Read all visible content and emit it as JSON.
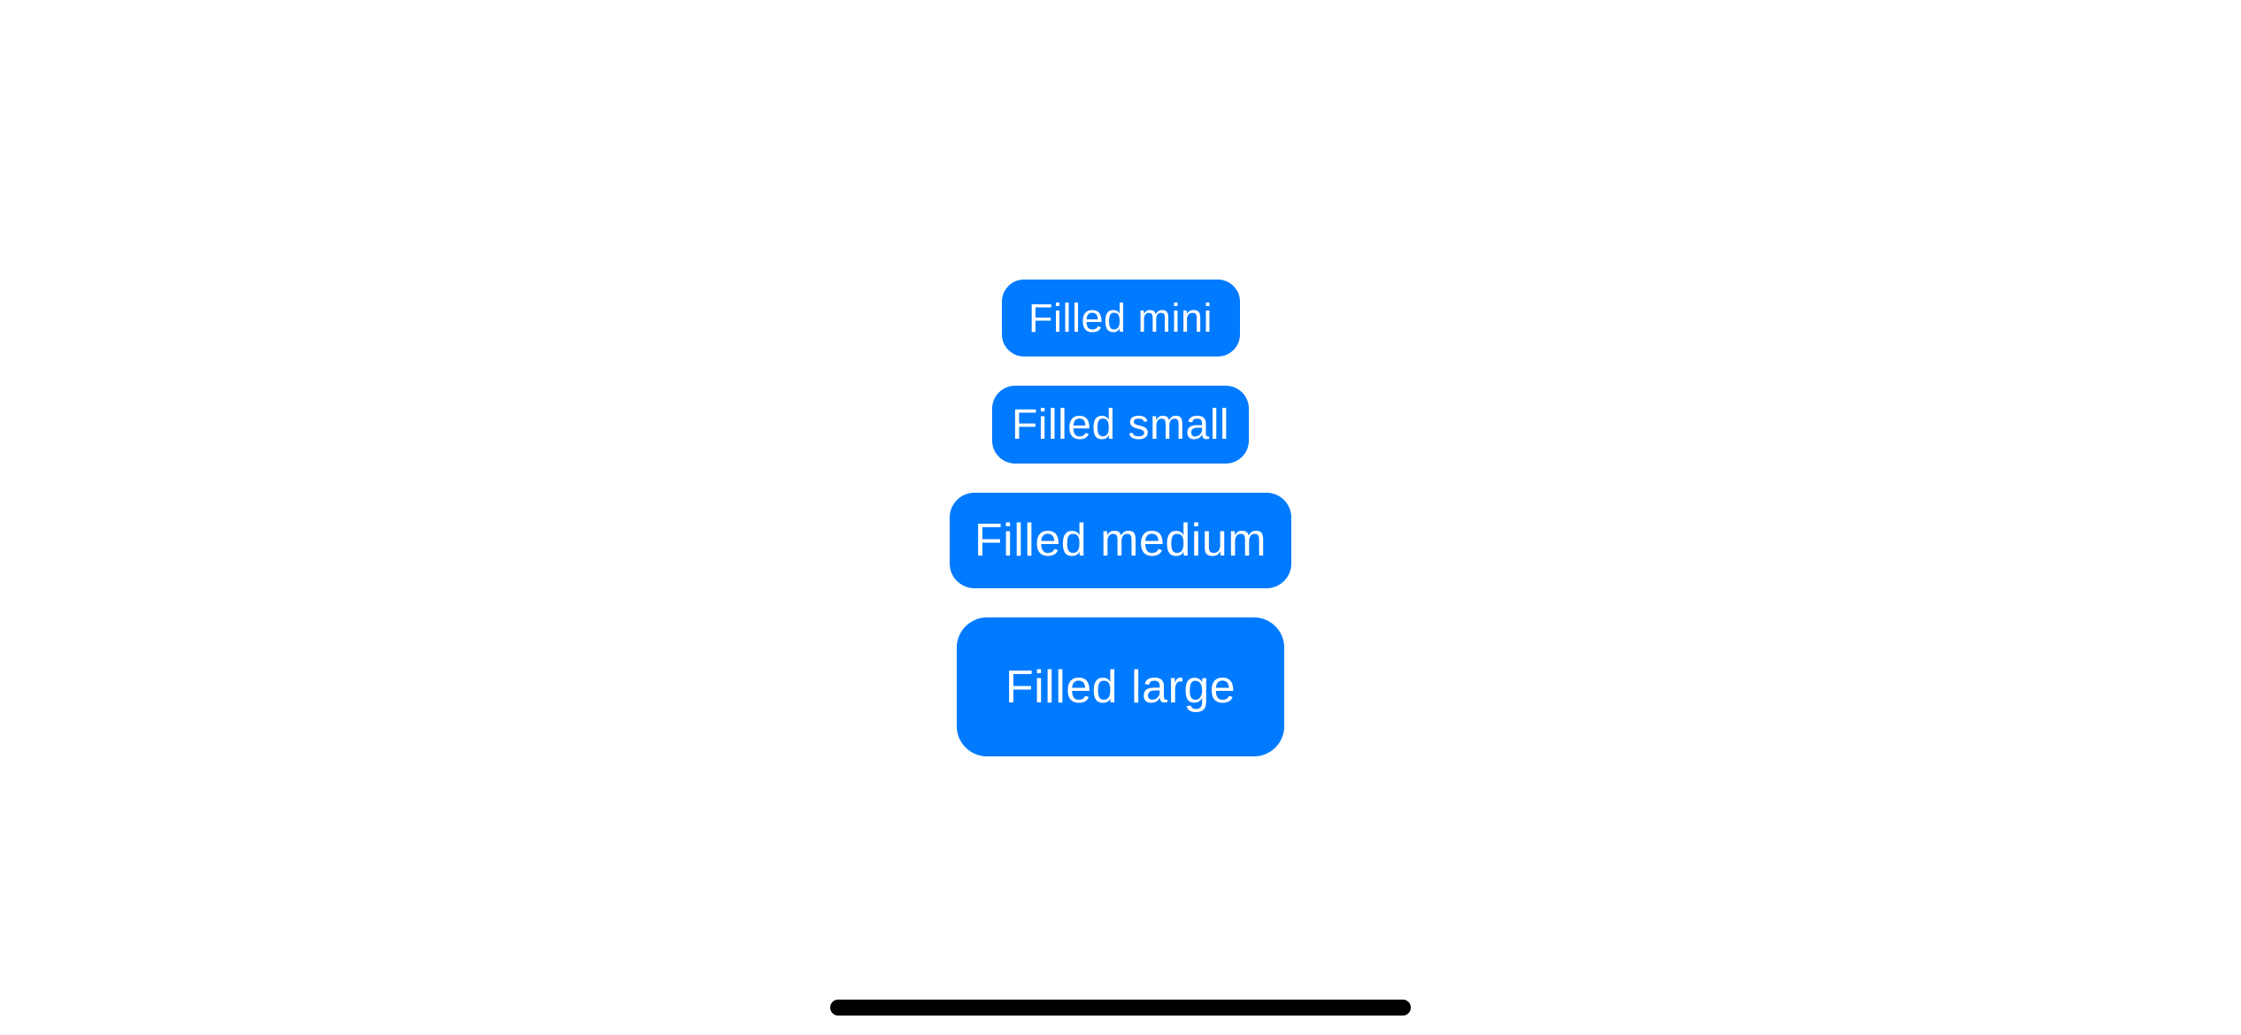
{
  "colors": {
    "accent": "#007AFF",
    "button_text": "#FFFFFF",
    "background": "#FFFFFF",
    "home_indicator": "#000000"
  },
  "buttons": [
    {
      "label": "Filled mini",
      "size": "mini"
    },
    {
      "label": "Filled small",
      "size": "small"
    },
    {
      "label": "Filled medium",
      "size": "medium"
    },
    {
      "label": "Filled large",
      "size": "large"
    }
  ],
  "home_indicator": {
    "name": "home-indicator"
  }
}
